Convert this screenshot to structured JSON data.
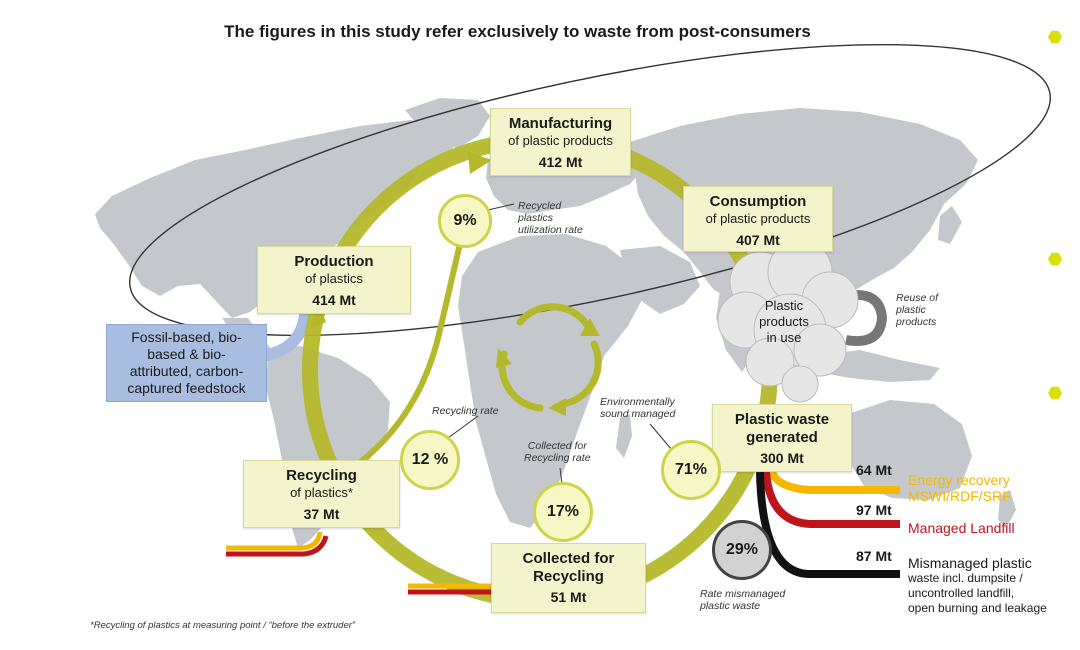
{
  "title": "The figures in this study refer exclusively to waste from post-consumers",
  "colors": {
    "cycle": "#b5b82a",
    "energy": "#f5b800",
    "landfill": "#c0141c",
    "mismanaged": "#111111",
    "feedstock": "#a9bde0",
    "box": "#f4f4cc",
    "bullet": "#d8e000"
  },
  "boxes": {
    "manufacturing": {
      "heading": "Manufacturing",
      "sub": "of plastic products",
      "value": "412 Mt"
    },
    "consumption": {
      "heading": "Consumption",
      "sub": "of plastic products",
      "value": "407 Mt"
    },
    "production": {
      "heading": "Production",
      "sub": "of plastics",
      "value": "414 Mt"
    },
    "recycling": {
      "heading": "Recycling",
      "sub": "of plastics*",
      "value": "37 Mt"
    },
    "collected": {
      "heading1": "Collected for",
      "heading2": "Recycling",
      "value": "51 Mt"
    },
    "waste": {
      "heading1": "Plastic waste",
      "heading2": "generated",
      "value": "300 Mt"
    }
  },
  "feedstock": {
    "line1": "Fossil-based, bio-",
    "line2": "based & bio-",
    "line3": "attributed, carbon-",
    "line4": "captured feedstock"
  },
  "cloud": {
    "line1": "Plastic",
    "line2": "products",
    "line3": "in use"
  },
  "rates": {
    "utilization": {
      "value": "9%",
      "line1": "Recycled",
      "line2": "plastics",
      "line3": "utilization rate"
    },
    "recycling": {
      "value": "12 %",
      "label": "Recycling rate"
    },
    "collected": {
      "value": "17%",
      "line1": "Collected for",
      "line2": "Recycling rate"
    },
    "sound": {
      "value": "71%",
      "line1": "Environmentally",
      "line2": "sound managed"
    },
    "mismanaged": {
      "value": "29%",
      "line1": "Rate mismanaged",
      "line2": "plastic waste"
    }
  },
  "reuse": {
    "line1": "Reuse of",
    "line2": "plastic",
    "line3": "products"
  },
  "outputs": {
    "energy": {
      "value": "64 Mt",
      "line1": "Energy recovery",
      "line2": "MSWI/RDF/SRF"
    },
    "landfill": {
      "value": "97 Mt",
      "line1": "Managed Landfill"
    },
    "mismanaged": {
      "value": "87 Mt",
      "line1": "Mismanaged plastic",
      "line2": "waste incl. dumpsite /",
      "line3": "uncontrolled landfill,",
      "line4": "open burning and leakage"
    }
  },
  "footnote": "*Recycling of plastics at measuring point / “before the extruder”"
}
